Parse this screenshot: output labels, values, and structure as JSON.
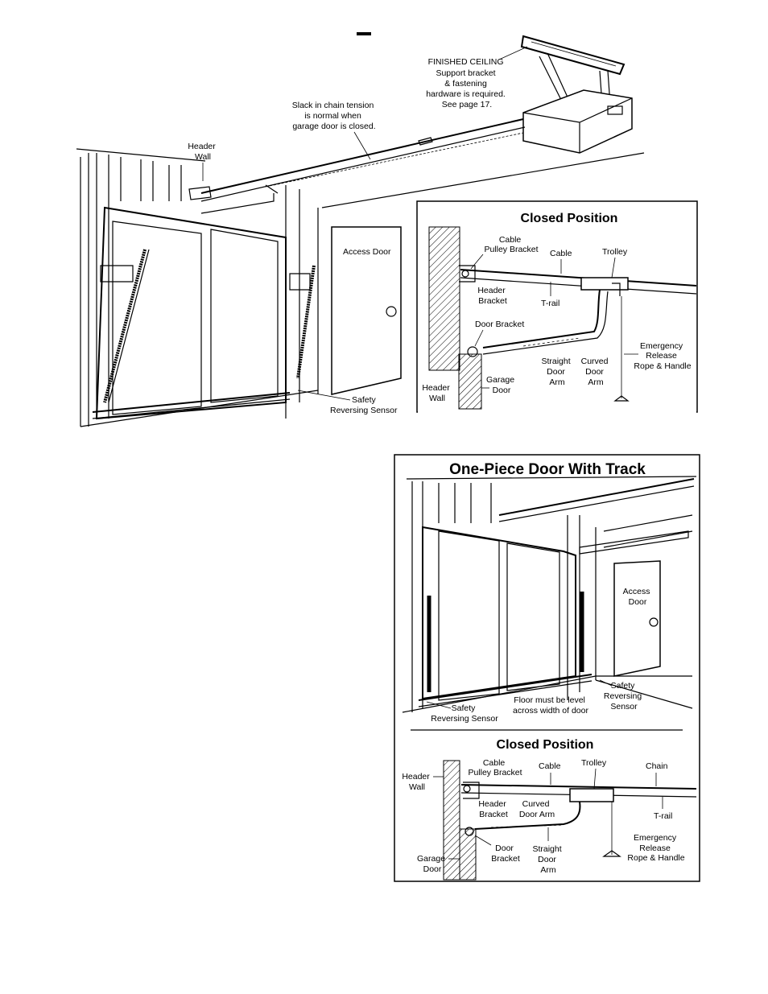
{
  "top_diagram": {
    "ceiling_note": [
      "FINISHED CEILING",
      "Support bracket",
      "& fastening",
      "hardware is required.",
      "See page 17."
    ],
    "slack_note": [
      "Slack in chain tension",
      "is normal when",
      "garage door is closed."
    ],
    "header_wall": [
      "Header",
      "Wall"
    ],
    "access_door": "Access Door",
    "safety_sensor": [
      "Safety",
      "Reversing Sensor"
    ]
  },
  "closed_position_1": {
    "title": "Closed Position",
    "cable_pulley_bracket": [
      "Cable",
      "Pulley Bracket"
    ],
    "cable": "Cable",
    "trolley": "Trolley",
    "header_bracket": [
      "Header",
      "Bracket"
    ],
    "t_rail": "T-rail",
    "door_bracket": "Door Bracket",
    "straight_door_arm": [
      "Straight",
      "Door",
      "Arm"
    ],
    "curved_door_arm": [
      "Curved",
      "Door",
      "Arm"
    ],
    "emergency_release": [
      "Emergency",
      "Release",
      "Rope & Handle"
    ],
    "header_wall": [
      "Header",
      "Wall"
    ],
    "garage_door": [
      "Garage",
      "Door"
    ]
  },
  "one_piece_panel": {
    "title": "One-Piece Door With Track",
    "access_door": [
      "Access",
      "Door"
    ],
    "safety_sensor_right": [
      "Safety",
      "Reversing",
      "Sensor"
    ],
    "floor_note": [
      "Floor must be level",
      "across width of door"
    ],
    "safety_sensor_left": [
      "Safety",
      "Reversing Sensor"
    ]
  },
  "closed_position_2": {
    "title": "Closed Position",
    "cable_pulley_bracket": [
      "Cable",
      "Pulley Bracket"
    ],
    "cable": "Cable",
    "trolley": "Trolley",
    "chain": "Chain",
    "header_wall": [
      "Header",
      "Wall"
    ],
    "header_bracket": [
      "Header",
      "Bracket"
    ],
    "curved_door_arm": [
      "Curved",
      "Door Arm"
    ],
    "t_rail": "T-rail",
    "emergency_release": [
      "Emergency",
      "Release",
      "Rope & Handle"
    ],
    "garage_door": [
      "Garage",
      "Door"
    ],
    "door_bracket": [
      "Door",
      "Bracket"
    ],
    "straight_door_arm": [
      "Straight",
      "Door",
      "Arm"
    ]
  }
}
